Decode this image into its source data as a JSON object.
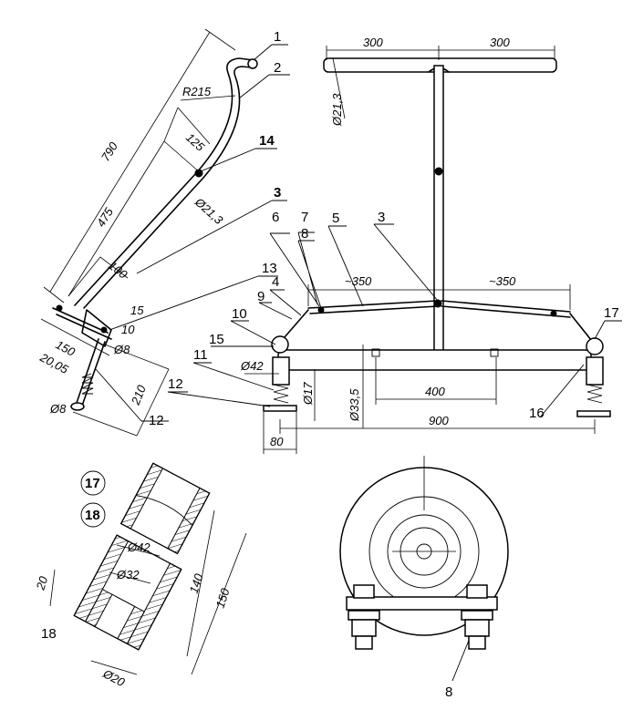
{
  "callouts": {
    "c1": "1",
    "c2": "2",
    "c3a": "3",
    "c3b": "3",
    "c4": "4",
    "c5": "5",
    "c6": "6",
    "c7": "7",
    "c8a": "8",
    "c8b": "8",
    "c9": "9",
    "c10": "10",
    "c11": "11",
    "c12a": "12",
    "c12b": "12",
    "c13": "13",
    "c14": "14",
    "c15": "15",
    "c16": "16",
    "c17": "17",
    "c18a": "18",
    "c17c": "17",
    "c18c": "18"
  },
  "side_view": {
    "d790": "790",
    "d475": "475",
    "r215": "R215",
    "d125": "125",
    "phi213": "Ø21,3",
    "d100": "100",
    "d15": "15",
    "d10": "10",
    "d150": "150",
    "d2005": "20,05",
    "phi8a": "Ø8",
    "phi8b": "Ø8",
    "d210": "210"
  },
  "front_view": {
    "d300l": "300",
    "d300r": "300",
    "phi213": "Ø21,3",
    "d350l": "~350",
    "d350r": "~350",
    "phi42": "Ø42",
    "phi17": "Ø17",
    "phi335": "Ø33,5",
    "d400": "400",
    "d900": "900",
    "d80": "80"
  },
  "detail": {
    "phi42": "Ø42",
    "phi32": "Ø32",
    "phi20": "Ø20",
    "d140": "140",
    "d150": "150",
    "d20": "20"
  }
}
